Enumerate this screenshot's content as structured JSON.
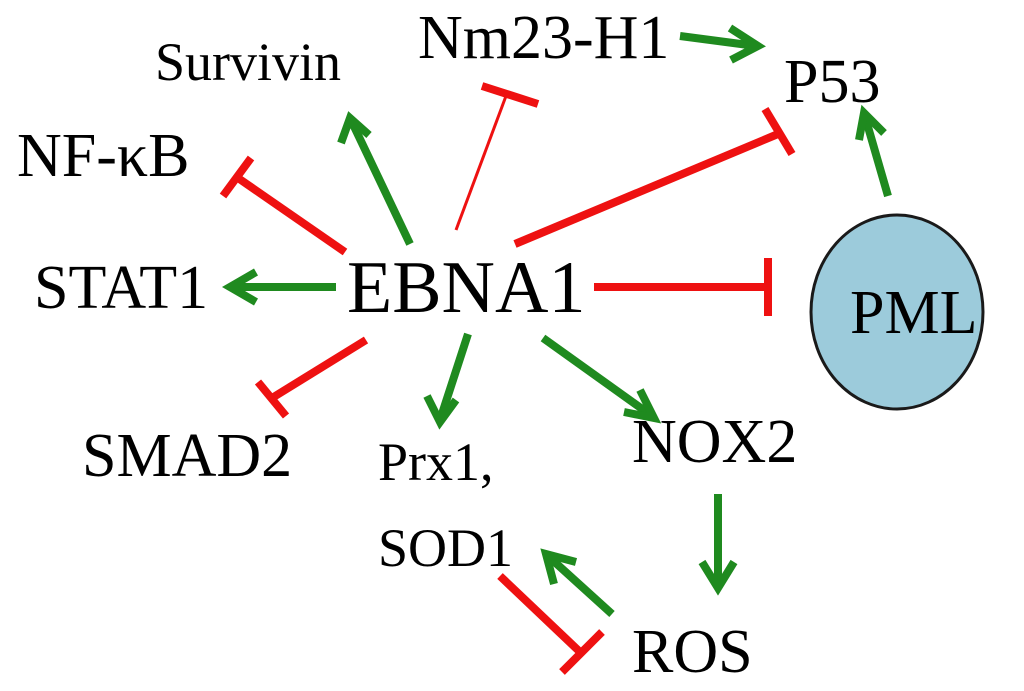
{
  "colors": {
    "activation": "#1f8a1f",
    "inhibition": "#ee1111",
    "pml_fill": "#9ccbdb",
    "pml_stroke": "#1a1a1a",
    "text": "#000000"
  },
  "nodes": {
    "nm23": "Nm23-H1",
    "p53": "P53",
    "survivin": "Survivin",
    "nfkb": "NF-κB",
    "stat1": "STAT1",
    "ebna1": "EBNA1",
    "pml": "PML",
    "smad2": "SMAD2",
    "prx1": "Prx1,",
    "sod1": "SOD1",
    "nox2": "NOX2",
    "ros": "ROS"
  },
  "edges": [
    {
      "from": "ebna1",
      "to": "survivin",
      "type": "activation"
    },
    {
      "from": "ebna1",
      "to": "nm23",
      "type": "inhibition"
    },
    {
      "from": "nm23",
      "to": "p53",
      "type": "activation"
    },
    {
      "from": "ebna1",
      "to": "p53",
      "type": "inhibition"
    },
    {
      "from": "pml",
      "to": "p53",
      "type": "activation"
    },
    {
      "from": "ebna1",
      "to": "nfkb",
      "type": "inhibition"
    },
    {
      "from": "ebna1",
      "to": "stat1",
      "type": "activation"
    },
    {
      "from": "ebna1",
      "to": "pml",
      "type": "inhibition"
    },
    {
      "from": "ebna1",
      "to": "smad2",
      "type": "inhibition"
    },
    {
      "from": "ebna1",
      "to": "prx1_sod1",
      "type": "activation"
    },
    {
      "from": "ebna1",
      "to": "nox2",
      "type": "activation"
    },
    {
      "from": "nox2",
      "to": "ros",
      "type": "activation"
    },
    {
      "from": "ros",
      "to": "prx1_sod1",
      "type": "activation"
    },
    {
      "from": "prx1_sod1",
      "to": "ros",
      "type": "inhibition"
    }
  ]
}
